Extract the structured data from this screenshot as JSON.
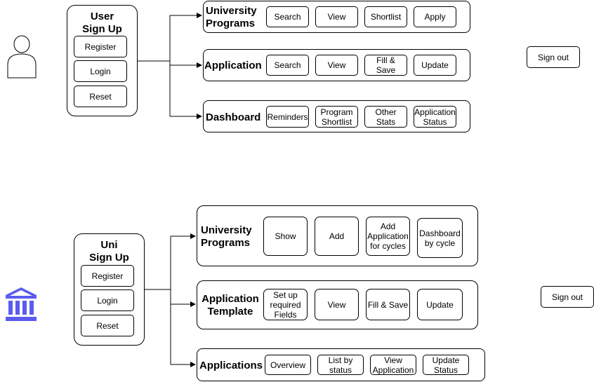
{
  "user": {
    "signup_title": "User\nSign Up",
    "auth_buttons": [
      "Register",
      "Login",
      "Reset"
    ],
    "sign_out": "Sign out",
    "sections": [
      {
        "title": "University\nPrograms",
        "actions": [
          "Search",
          "View",
          "Shortlist",
          "Apply"
        ]
      },
      {
        "title": "Application",
        "actions": [
          "Search",
          "View",
          "Fill &\nSave",
          "Update"
        ]
      },
      {
        "title": "Dashboard",
        "actions": [
          "Reminders",
          "Program\nShortlist",
          "Other\nStats",
          "Application\nStatus"
        ]
      }
    ]
  },
  "uni": {
    "signup_title": "Uni\nSign Up",
    "auth_buttons": [
      "Register",
      "Login",
      "Reset"
    ],
    "sign_out": "Sign out",
    "sections": [
      {
        "title": "University\nPrograms",
        "actions": [
          "Show",
          "Add",
          "Add\nApplication\nfor cycles",
          "Dashboard\nby cycle"
        ]
      },
      {
        "title": "Application\nTemplate",
        "actions": [
          "Set up\nrequired\nFields",
          "View",
          "Fill & Save",
          "Update"
        ]
      },
      {
        "title": "Applications",
        "actions": [
          "Overview",
          "List by\nstatus",
          "View\nApplication",
          "Update\nStatus"
        ]
      }
    ]
  },
  "colors": {
    "uni_icon": "#5b5bf0",
    "line": "#000000"
  },
  "icons": {
    "user_actor": "person-icon",
    "uni_actor": "bank-icon"
  }
}
